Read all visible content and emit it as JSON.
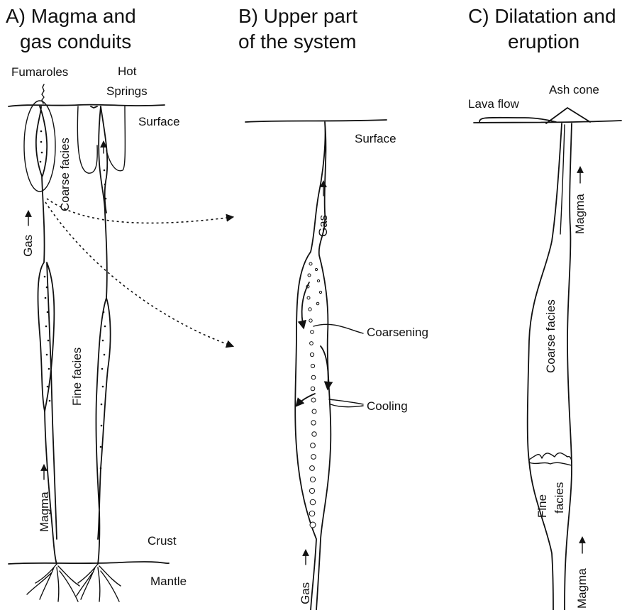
{
  "panels": {
    "a": {
      "title_line1": "A) Magma and",
      "title_line2": "gas conduits",
      "fumaroles": "Fumaroles",
      "hot": "Hot",
      "springs": "Springs",
      "surface": "Surface",
      "coarse_facies": "Coarse facies",
      "gas": "Gas",
      "fine_facies": "Fine facies",
      "magma": "Magma",
      "crust": "Crust",
      "mantle": "Mantle"
    },
    "b": {
      "title_line1": "B) Upper part",
      "title_line2": "of the system",
      "surface": "Surface",
      "gas_upper": "Gas",
      "coarsening": "Coarsening",
      "cooling": "Cooling",
      "gas_lower": "Gas"
    },
    "c": {
      "title_line1": "C) Dilatation and",
      "title_line2": "eruption",
      "lava_flow": "Lava flow",
      "ash_cone": "Ash cone",
      "magma_upper": "Magma",
      "coarse_facies": "Coarse facies",
      "fine": "Fine",
      "facies": "facies",
      "magma_lower": "Magma"
    }
  },
  "colors": {
    "ink": "#111111",
    "background": "#ffffff"
  }
}
